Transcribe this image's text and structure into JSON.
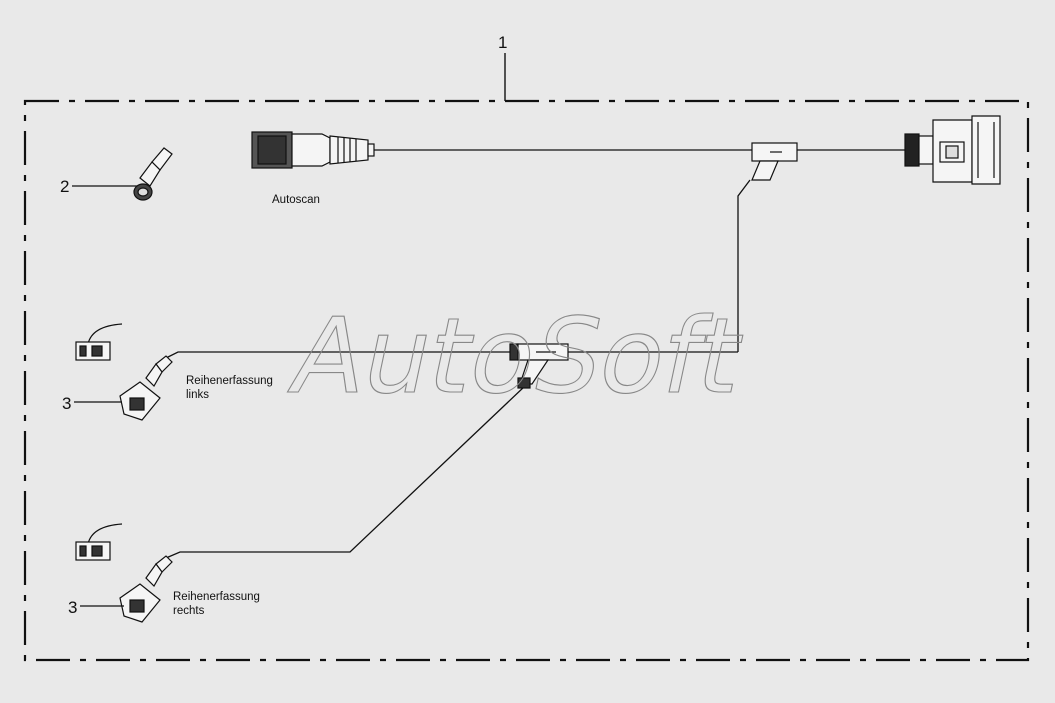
{
  "callouts": {
    "assembly": "1",
    "sensor": "2",
    "connector_left": "3",
    "connector_right": "3"
  },
  "labels": {
    "autoscan": "Autoscan",
    "left_line1": "Reihenerfassung",
    "left_line2": "links",
    "right_line1": "Reihenerfassung",
    "right_line2": "rechts"
  },
  "watermark": "AutoSoft"
}
